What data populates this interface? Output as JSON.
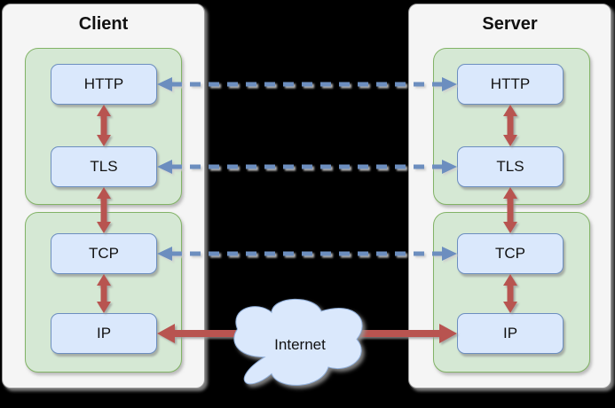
{
  "diagram": {
    "client": {
      "title": "Client",
      "nodes": {
        "http": "HTTP",
        "tls": "TLS",
        "tcp": "TCP",
        "ip": "IP"
      }
    },
    "server": {
      "title": "Server",
      "nodes": {
        "http": "HTTP",
        "tls": "TLS",
        "tcp": "TCP",
        "ip": "IP"
      }
    },
    "cloud": {
      "label": "Internet"
    },
    "colors": {
      "background": "#000000",
      "panel_fill": "#f5f5f5",
      "panel_stroke": "#9a9a9a",
      "group_fill": "#d5e8d4",
      "group_stroke": "#82b366",
      "node_fill": "#dae8fc",
      "node_stroke": "#6c8ebf",
      "solid_arrow": "#b85450",
      "dashed_arrow": "#6c8ebf",
      "cloud_fill": "#dae8fc"
    },
    "edges": [
      {
        "from": "client.http",
        "to": "server.http",
        "style": "dashed"
      },
      {
        "from": "client.tls",
        "to": "server.tls",
        "style": "dashed"
      },
      {
        "from": "client.tcp",
        "to": "server.tcp",
        "style": "dashed"
      },
      {
        "from": "client.http",
        "to": "client.tls",
        "style": "solid"
      },
      {
        "from": "client.tls",
        "to": "client.tcp",
        "style": "solid"
      },
      {
        "from": "client.tcp",
        "to": "client.ip",
        "style": "solid"
      },
      {
        "from": "server.http",
        "to": "server.tls",
        "style": "solid"
      },
      {
        "from": "server.tls",
        "to": "server.tcp",
        "style": "solid"
      },
      {
        "from": "server.tcp",
        "to": "server.ip",
        "style": "solid"
      },
      {
        "from": "client.ip",
        "to": "internet",
        "style": "thick"
      },
      {
        "from": "internet",
        "to": "server.ip",
        "style": "thick"
      }
    ]
  }
}
